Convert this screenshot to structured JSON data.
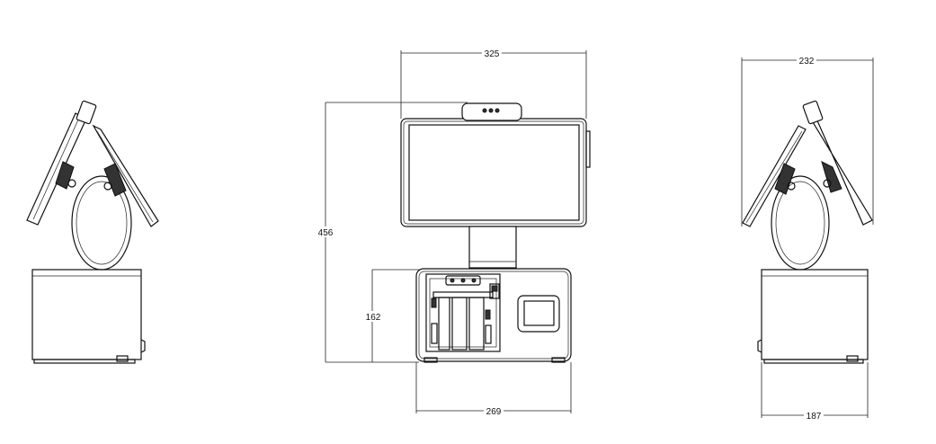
{
  "dimensions": {
    "front_width_top": "325",
    "front_total_height": "456",
    "front_base_height": "162",
    "front_base_width": "269",
    "side_top_width": "232",
    "side_base_width": "187"
  },
  "colors": {
    "line": "#111111",
    "background": "#ffffff"
  }
}
